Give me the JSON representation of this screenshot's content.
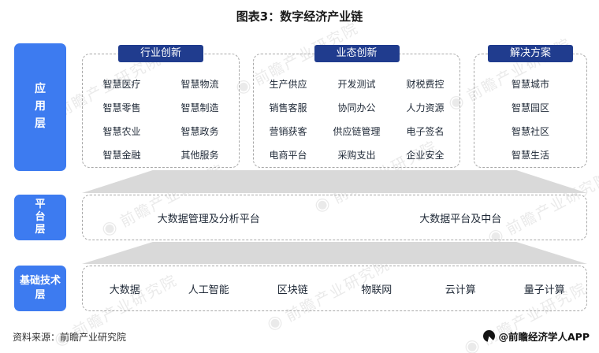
{
  "title": "图表3：数字经济产业链",
  "layers": {
    "application": {
      "label": "应用层"
    },
    "platform": {
      "label": "平台层"
    },
    "foundation": {
      "label": "基础技术层"
    }
  },
  "groups": [
    {
      "header": "行业创新",
      "columns": [
        [
          "智慧医疗",
          "智慧零售",
          "智慧农业",
          "智慧金融"
        ],
        [
          "智慧物流",
          "智慧制造",
          "智慧政务",
          "其他服务"
        ]
      ]
    },
    {
      "header": "业态创新",
      "columns": [
        [
          "生产供应",
          "销售客服",
          "营销获客",
          "电商平台"
        ],
        [
          "开发测试",
          "协同办公",
          "供应链管理",
          "采购支出"
        ],
        [
          "财税费控",
          "人力资源",
          "电子签名",
          "企业安全"
        ]
      ]
    },
    {
      "header": "解决方案",
      "columns": [
        [
          "智慧城市",
          "智慧园区",
          "智慧社区",
          "智慧生活"
        ]
      ]
    }
  ],
  "platform_items": [
    "大数据管理及分析平台",
    "大数据平台及中台"
  ],
  "foundation_items": [
    "大数据",
    "人工智能",
    "区块链",
    "物联网",
    "云计算",
    "量子计算"
  ],
  "footer": {
    "source": "资料来源：前瞻产业研究院",
    "credit": "@前瞻经济学人APP"
  },
  "watermark": {
    "text": "前瞻产业研究院",
    "icon": "◉"
  },
  "colors": {
    "layer_blue": "#3D7BF0",
    "header_navy": "#203C8E",
    "item_text": "#1F2937",
    "dashed_border": "#A9A9A9",
    "connector_gray": "#D9D9D9"
  }
}
